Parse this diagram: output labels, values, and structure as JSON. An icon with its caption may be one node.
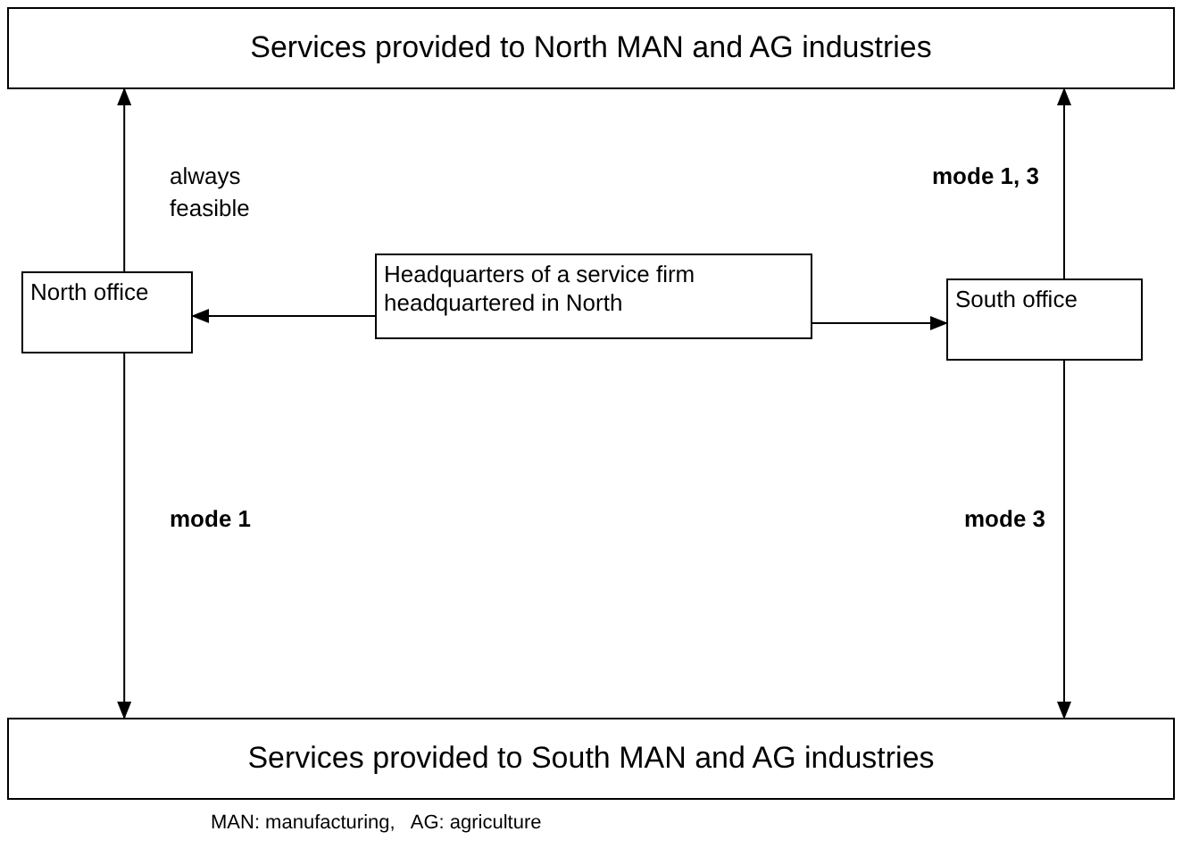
{
  "diagram": {
    "nodes": [
      {
        "text": [
          "Services provided to North MAN and AG industries"
        ]
      },
      {
        "text": [
          "North office"
        ]
      },
      {
        "text": [
          "Headquarters of a service firm headquartered in North"
        ]
      },
      {
        "text": [
          "South office"
        ]
      },
      {
        "text": [
          "Services provided to South MAN and AG industries"
        ]
      }
    ],
    "edges": [
      {
        "from": 2,
        "to": 1,
        "arrow": "to"
      },
      {
        "from": 2,
        "to": 3,
        "arrow": "to"
      },
      {
        "from": 1,
        "to": 0,
        "arrow": "to",
        "label": "always feasible"
      },
      {
        "from": 1,
        "to": 4,
        "arrow": "to",
        "label": "**mode 1**"
      },
      {
        "from": 3,
        "to": 0,
        "arrow": "to",
        "label": "**mode 1, 3**"
      },
      {
        "from": 3,
        "to": 4,
        "arrow": "to",
        "label": "**mode 3**"
      }
    ],
    "labels": [
      "MAN: manufacturing,   AG: agriculture"
    ]
  }
}
